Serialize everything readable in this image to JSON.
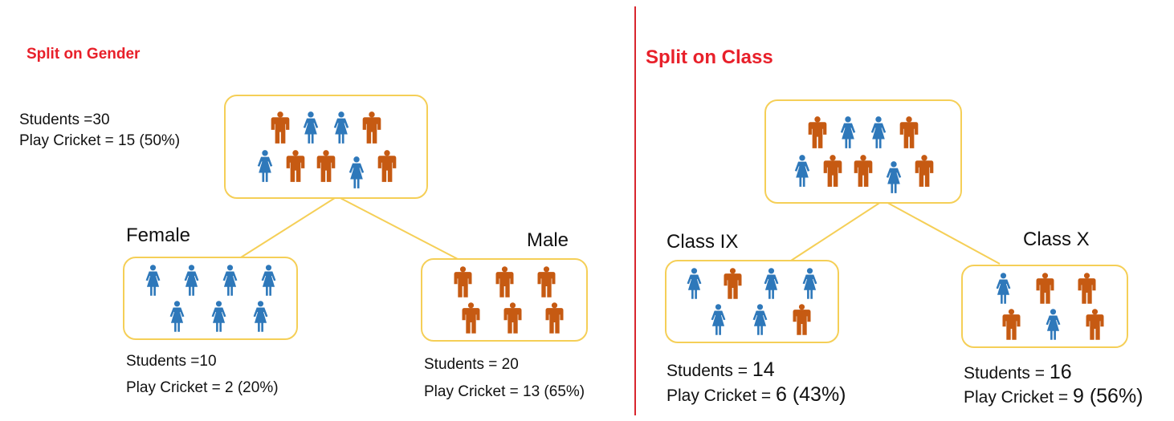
{
  "colors": {
    "male": "#c65a12",
    "female": "#2e78ba",
    "box_border": "#f5cf57",
    "heading": "#e8202a",
    "divider": "#d8262e"
  },
  "icons": {
    "male": "male-person-icon",
    "female": "female-person-icon"
  },
  "left": {
    "heading": "Split on Gender",
    "root": {
      "students": "Students =30",
      "play": "Play Cricket = 15 (50%)",
      "icons": [
        [
          "M",
          "F",
          "F",
          "M"
        ],
        [
          "F",
          "M",
          "M",
          "F",
          "M"
        ]
      ]
    },
    "a": {
      "label": "Female",
      "students": "Students =10",
      "play": "Play Cricket = 2 (20%)",
      "icons": [
        [
          "F",
          "F",
          "F",
          "F"
        ],
        [
          "F",
          "F",
          "F"
        ]
      ]
    },
    "b": {
      "label": "Male",
      "students": "Students = 20",
      "play": "Play Cricket = 13 (65%)",
      "icons": [
        [
          "M",
          "M",
          "M"
        ],
        [
          "M",
          "M",
          "M"
        ]
      ]
    }
  },
  "right": {
    "heading": "Split on Class",
    "root": {
      "icons": [
        [
          "M",
          "F",
          "F",
          "M"
        ],
        [
          "F",
          "M",
          "M",
          "F",
          "M"
        ]
      ]
    },
    "a": {
      "label": "Class IX",
      "students_label": "Students =",
      "students_value": "14",
      "play_label": "Play Cricket =",
      "play_value": "6 (43%)",
      "icons": [
        [
          "F",
          "M",
          "F",
          "F"
        ],
        [
          "F",
          "F",
          "M"
        ]
      ]
    },
    "b": {
      "label": "Class X",
      "students_label": "Students =",
      "students_value": "16",
      "play_label": "Play Cricket =",
      "play_value": "9 (56%)",
      "icons": [
        [
          "F",
          "M",
          "M"
        ],
        [
          "M",
          "F",
          "M"
        ]
      ]
    }
  }
}
